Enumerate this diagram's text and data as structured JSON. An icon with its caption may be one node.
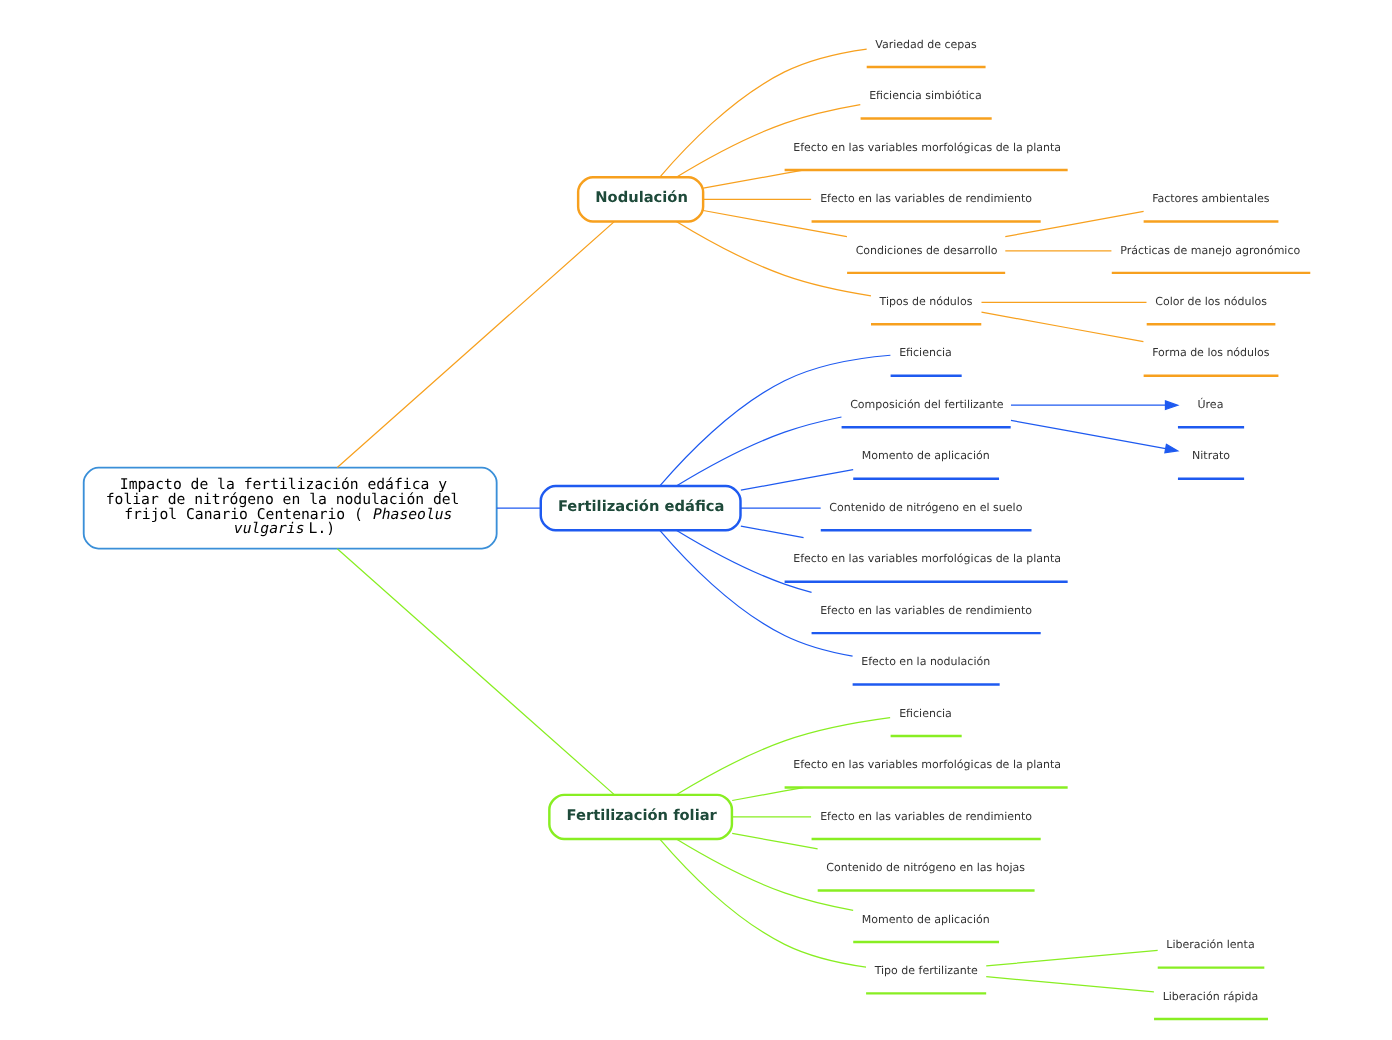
{
  "diagram": {
    "nodes": [
      {
        "text": [
          "Impacto de la fertilización edáfica y foliar de nitrógeno en la nodulación del frijol Canario Centenario (*Phaseolus vulgaris* L.)"
        ]
      },
      {
        "text": [
          "Nodulación"
        ]
      },
      {
        "text": [
          "Variedad de cepas"
        ]
      },
      {
        "text": [
          "Eficiencia simbiótica"
        ]
      },
      {
        "text": [
          "Efecto en las variables morfológicas de la planta"
        ]
      },
      {
        "text": [
          "Efecto en las variables de rendimiento"
        ]
      },
      {
        "text": [
          "Condiciones de desarrollo"
        ]
      },
      {
        "text": [
          "Factores ambientales"
        ]
      },
      {
        "text": [
          "Prácticas de manejo agronómico"
        ]
      },
      {
        "text": [
          "Tipos de nódulos"
        ]
      },
      {
        "text": [
          "Color de los nódulos"
        ]
      },
      {
        "text": [
          "Forma de los nódulos"
        ]
      },
      {
        "text": [
          "Fertilización edáfica"
        ]
      },
      {
        "text": [
          "Eficiencia"
        ]
      },
      {
        "text": [
          "Composición del fertilizante"
        ]
      },
      {
        "text": [
          "Úrea"
        ]
      },
      {
        "text": [
          "Nitrato"
        ]
      },
      {
        "text": [
          "Momento de aplicación"
        ]
      },
      {
        "text": [
          "Contenido de nitrógeno en el suelo"
        ]
      },
      {
        "text": [
          "Efecto en las variables morfológicas de la planta"
        ]
      },
      {
        "text": [
          "Efecto en las variables de rendimiento"
        ]
      },
      {
        "text": [
          "Efecto en la nodulación"
        ]
      },
      {
        "text": [
          "Fertilización foliar"
        ]
      },
      {
        "text": [
          "Eficiencia"
        ]
      },
      {
        "text": [
          "Efecto en las variables morfológicas de la planta"
        ]
      },
      {
        "text": [
          "Efecto en las variables de rendimiento"
        ]
      },
      {
        "text": [
          "Contenido de nitrógeno en las hojas"
        ]
      },
      {
        "text": [
          "Momento de aplicación"
        ]
      },
      {
        "text": [
          "Tipo de fertilizante"
        ]
      },
      {
        "text": [
          "Liberación lenta"
        ]
      },
      {
        "text": [
          "Liberación rápida"
        ]
      }
    ],
    "edges": [
      {
        "from": 0,
        "to": 1,
        "arrow": "none"
      },
      {
        "from": 1,
        "to": 2,
        "arrow": "none"
      },
      {
        "from": 1,
        "to": 3,
        "arrow": "none"
      },
      {
        "from": 1,
        "to": 4,
        "arrow": "none"
      },
      {
        "from": 1,
        "to": 5,
        "arrow": "none"
      },
      {
        "from": 1,
        "to": 6,
        "arrow": "none"
      },
      {
        "from": 6,
        "to": 7,
        "arrow": "none"
      },
      {
        "from": 6,
        "to": 8,
        "arrow": "none"
      },
      {
        "from": 1,
        "to": 9,
        "arrow": "none"
      },
      {
        "from": 9,
        "to": 10,
        "arrow": "none"
      },
      {
        "from": 9,
        "to": 11,
        "arrow": "none"
      },
      {
        "from": 0,
        "to": 12,
        "arrow": "none",
        "color": "#1e5af0"
      },
      {
        "from": 12,
        "to": 13,
        "arrow": "none",
        "color": "#1e5af0"
      },
      {
        "from": 12,
        "to": 14,
        "arrow": "none",
        "color": "#1e5af0"
      },
      {
        "from": 14,
        "to": 15,
        "arrow": "to",
        "color": "#1e5af0"
      },
      {
        "from": 14,
        "to": 16,
        "arrow": "to",
        "color": "#1e5af0"
      },
      {
        "from": 12,
        "to": 17,
        "arrow": "none",
        "color": "#1e5af0"
      },
      {
        "from": 12,
        "to": 18,
        "arrow": "none",
        "color": "#1e5af0"
      },
      {
        "from": 12,
        "to": 19,
        "arrow": "none",
        "color": "#1e5af0"
      },
      {
        "from": 12,
        "to": 20,
        "arrow": "none",
        "color": "#1e5af0"
      },
      {
        "from": 12,
        "to": 21,
        "arrow": "none",
        "color": "#1e5af0"
      },
      {
        "from": 0,
        "to": 22,
        "arrow": "none",
        "color": "#88ee22"
      },
      {
        "from": 22,
        "to": 23,
        "arrow": "none",
        "color": "#88ee22"
      },
      {
        "from": 22,
        "to": 24,
        "arrow": "none",
        "color": "#88ee22"
      },
      {
        "from": 22,
        "to": 25,
        "arrow": "none",
        "color": "#88ee22"
      },
      {
        "from": 22,
        "to": 26,
        "arrow": "none",
        "color": "#88ee22"
      },
      {
        "from": 22,
        "to": 27,
        "arrow": "none",
        "color": "#88ee22"
      },
      {
        "from": 22,
        "to": 28,
        "arrow": "none",
        "color": "#88ee22"
      },
      {
        "from": 28,
        "to": 29,
        "arrow": "none",
        "color": "#88ee22"
      },
      {
        "from": 28,
        "to": 30,
        "arrow": "none",
        "color": "#88ee22"
      }
    ]
  }
}
